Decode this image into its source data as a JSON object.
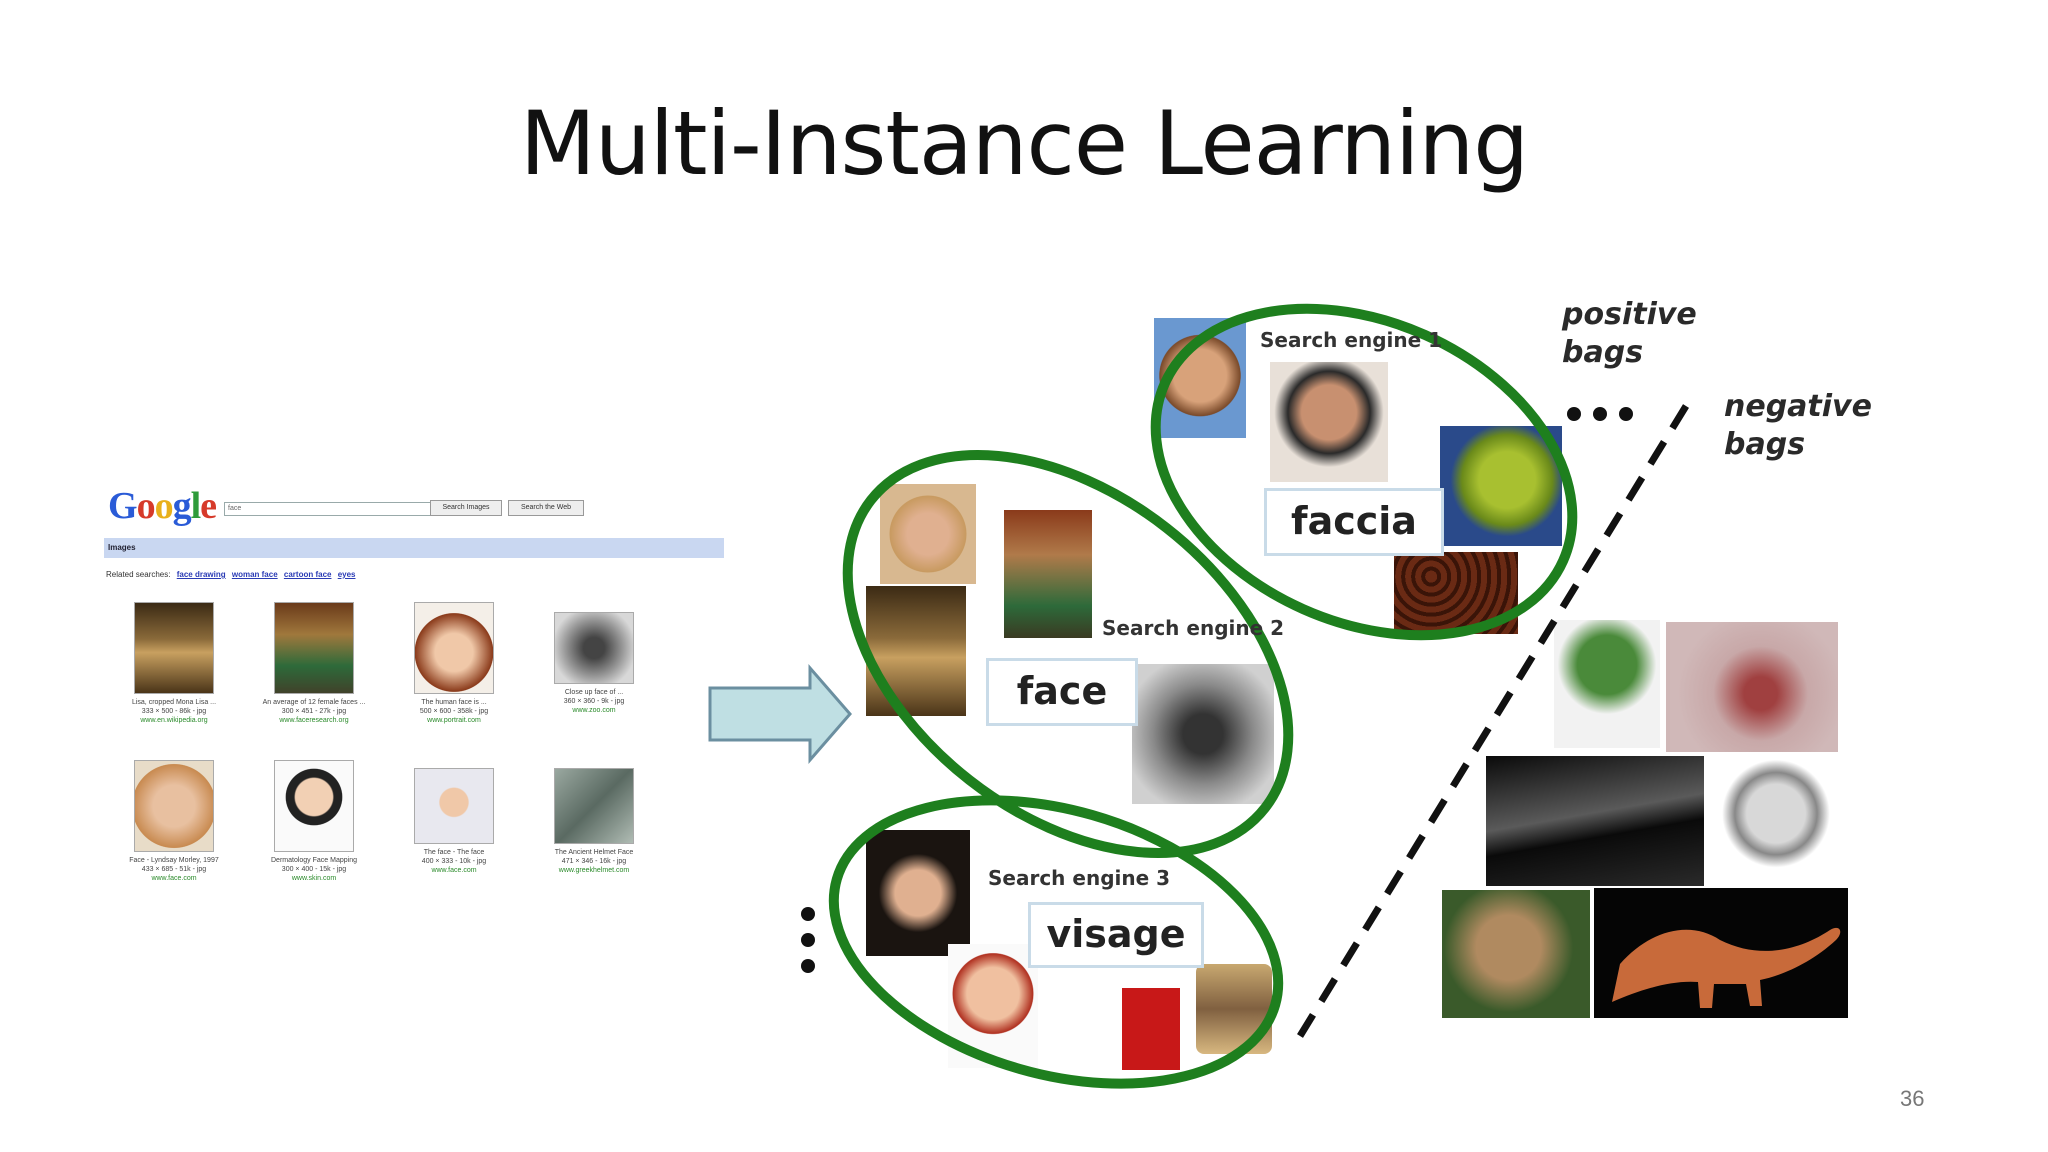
{
  "slide": {
    "title": "Multi-Instance Learning",
    "page_number": "36"
  },
  "google": {
    "logo": "Google",
    "search_value": "face",
    "buttons": [
      "Search Images",
      "Search the Web"
    ],
    "bar_label": "Images",
    "related_prefix": "Related searches:",
    "related_links": [
      "face drawing",
      "woman face",
      "cartoon face",
      "eyes"
    ],
    "results": [
      {
        "caption": "Lisa, cropped Mona Lisa ...",
        "meta": "333 × 500 - 86k - jpg",
        "site": "www.en.wikipedia.org"
      },
      {
        "caption": "An average of 12 female faces ...",
        "meta": "300 × 451 - 27k - jpg",
        "site": "www.faceresearch.org"
      },
      {
        "caption": "The human face is ...",
        "meta": "500 × 600 - 358k - jpg",
        "site": "www.portrait.com"
      },
      {
        "caption": "Close up face of ...",
        "meta": "360 × 360 - 9k - jpg",
        "site": "www.zoo.com"
      },
      {
        "caption": "Face - Lyndsay Morley, 1997",
        "meta": "433 × 685 - 51k - jpg",
        "site": "www.face.com"
      },
      {
        "caption": "Dermatology Face Mapping",
        "meta": "300 × 400 - 15k - jpg",
        "site": "www.skin.com"
      },
      {
        "caption": "The face - The face",
        "meta": "400 × 333 - 10k - jpg",
        "site": "www.face.com"
      },
      {
        "caption": "The Ancient Helmet Face",
        "meta": "471 × 346 - 16k - jpg",
        "site": "www.greekhelmet.com"
      }
    ]
  },
  "bags": {
    "engine1": "Search engine 1",
    "engine2": "Search engine 2",
    "engine3": "Search engine 3",
    "word1": "faccia",
    "word2": "face",
    "word3": "visage",
    "positive_label": [
      "positive",
      "bags"
    ],
    "negative_label": [
      "negative",
      "bags"
    ]
  },
  "colors": {
    "ellipse": "#1e7f1e",
    "arrow_fill": "#bfdfe3",
    "arrow_stroke": "#6b8fa0"
  }
}
